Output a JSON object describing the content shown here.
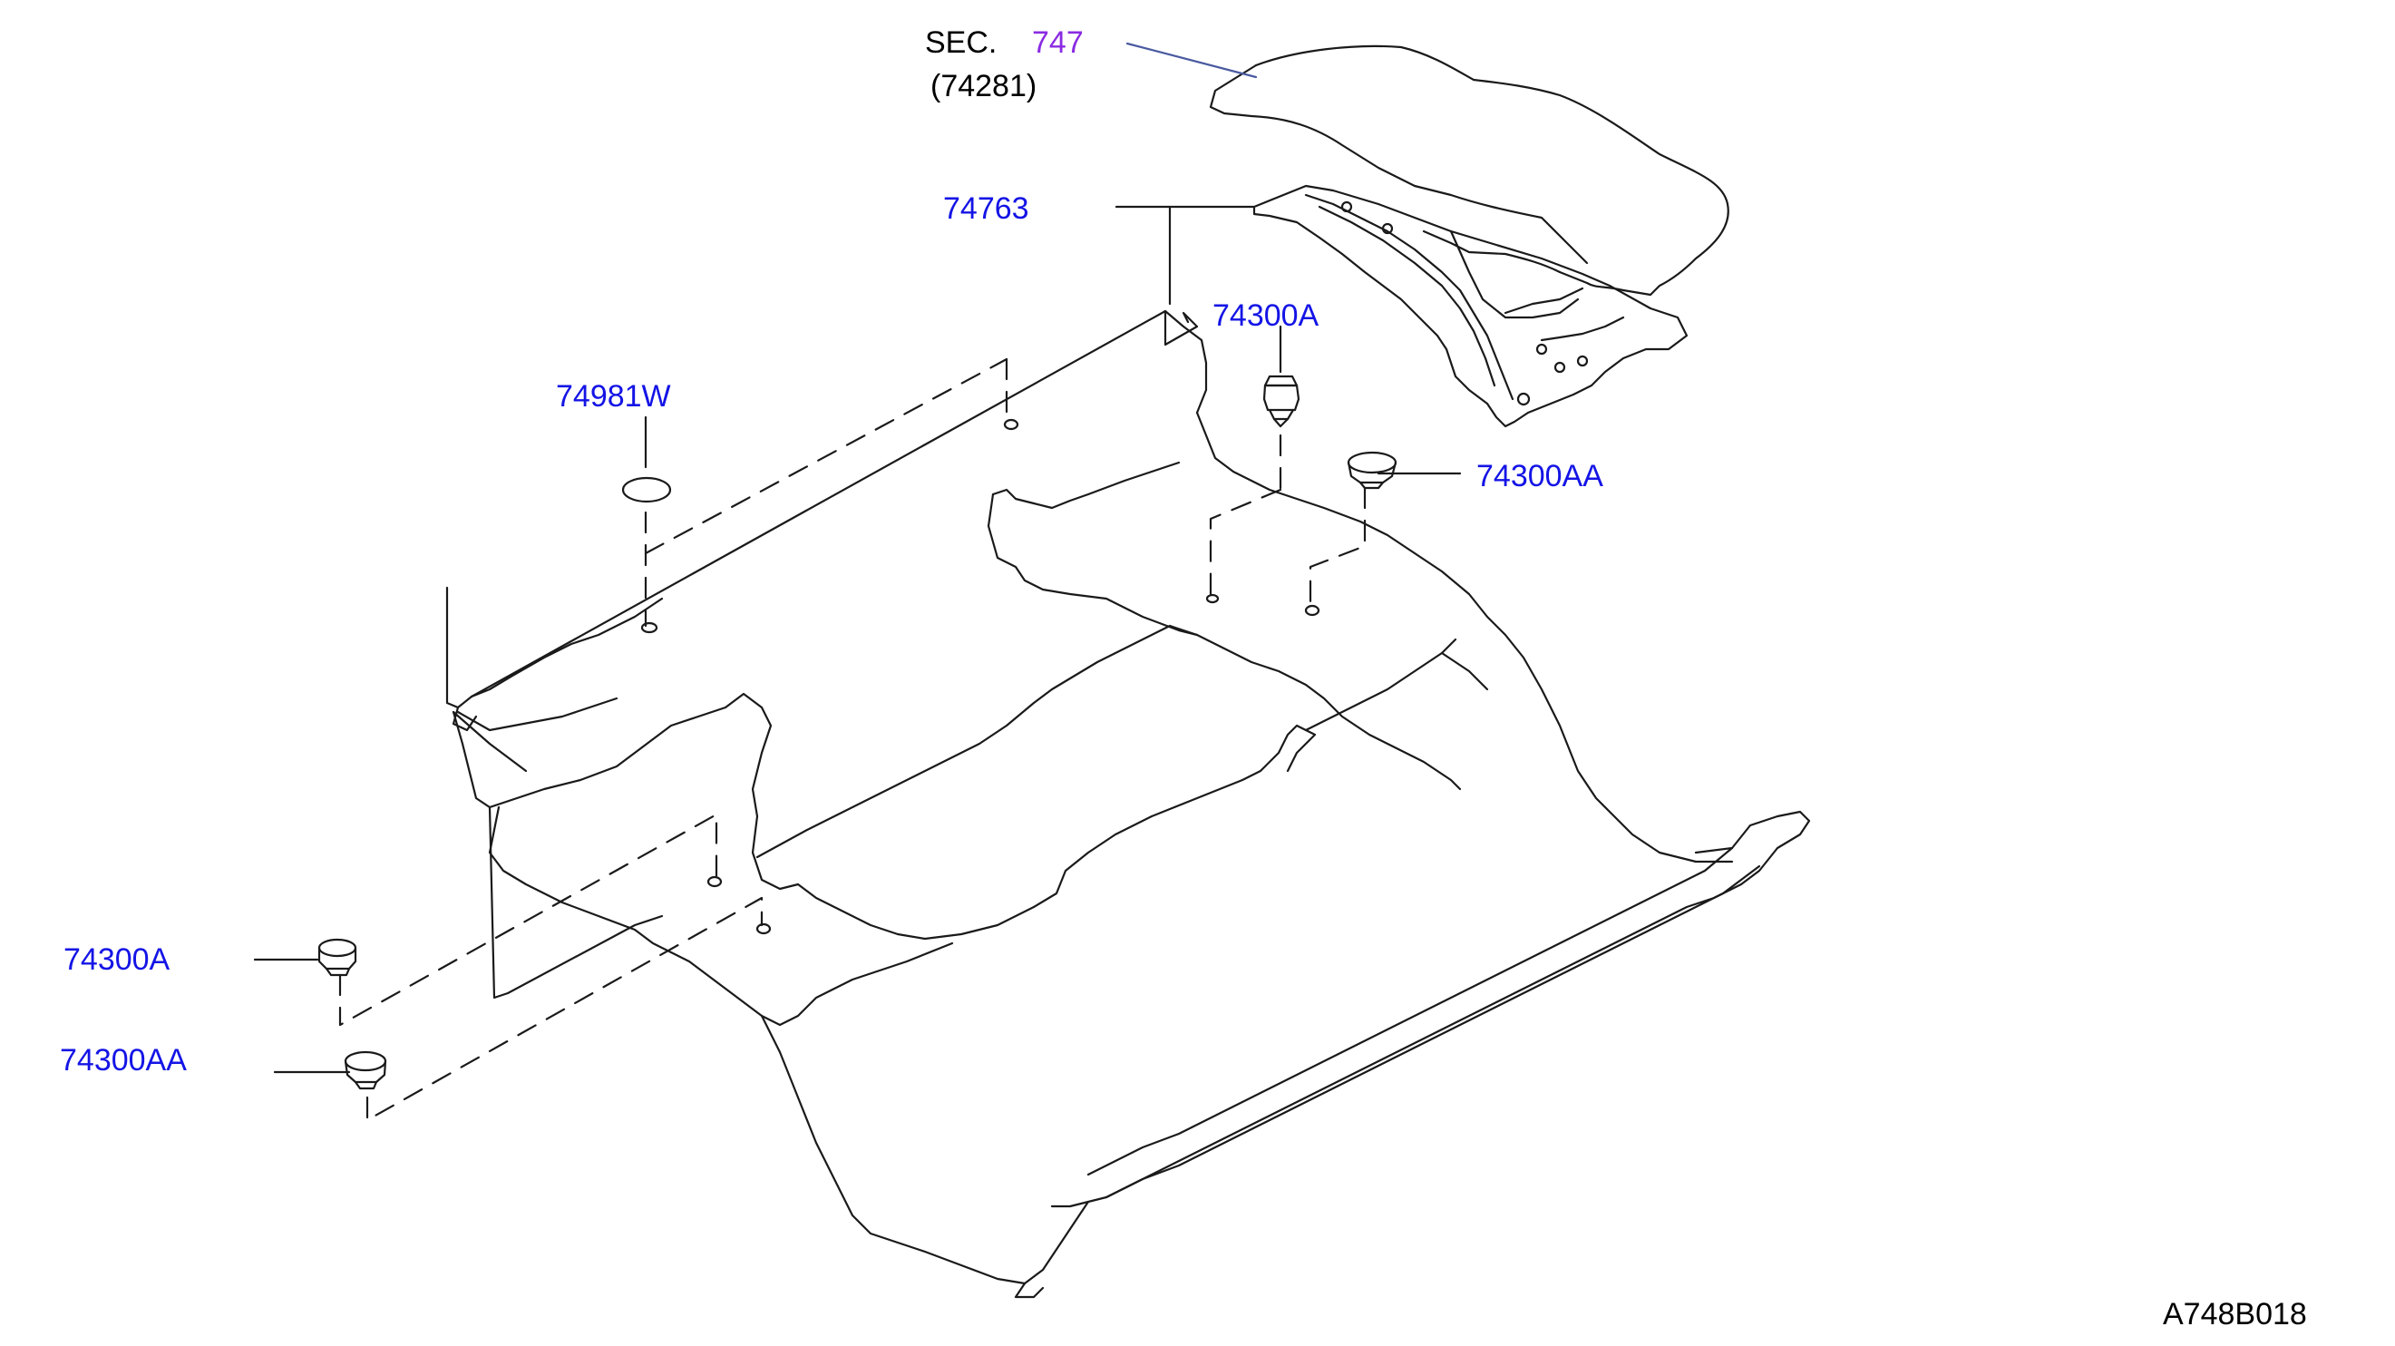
{
  "diagram": {
    "section_ref": {
      "prefix": "SEC.",
      "number": "747",
      "sub_code": "(74281)"
    },
    "callouts": [
      {
        "id": "74763",
        "text": "74763"
      },
      {
        "id": "74300A-top",
        "text": "74300A"
      },
      {
        "id": "74981W",
        "text": "74981W"
      },
      {
        "id": "74300AA-top",
        "text": "74300AA"
      },
      {
        "id": "74300A-bottom",
        "text": "74300A"
      },
      {
        "id": "74300AA-bottom",
        "text": "74300AA"
      }
    ],
    "figure_code": "A748B018",
    "colors": {
      "part_number": "#1414e6",
      "section_link": "#8a2be2",
      "line_art": "#1a1a1a"
    }
  }
}
